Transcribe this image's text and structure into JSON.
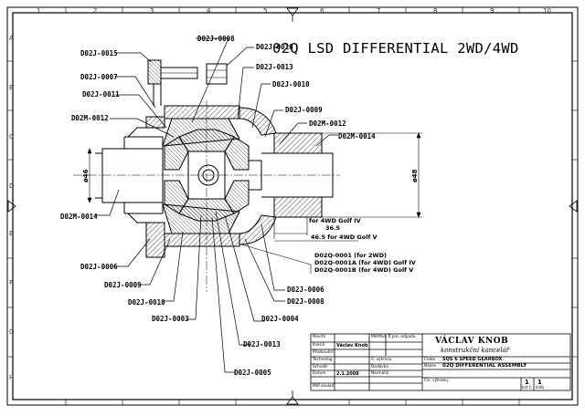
{
  "title": "02Q LSD DIFFERENTIAL 2WD/4WD",
  "callouts": [
    "D02J-0015",
    "D02J-0007",
    "D02J-0011",
    "D02M-0012",
    "D02J-0008",
    "D02J-0016",
    "D02J-0013",
    "D02J-0010",
    "D02J-0009",
    "D02M-0012",
    "D02M-0014",
    "D02M-0014",
    "D02J-0006",
    "D02J-0009",
    "D02J-0010",
    "D02J-0003",
    "D02J-0004",
    "D02J-0008",
    "D02J-0006",
    "D02J-0013",
    "D02J-0005"
  ],
  "dimensions": {
    "left_dia": "ø46",
    "right_dia": "ø48",
    "golf4_label": "for 4WD Golf IV",
    "golf4_value": "36.5",
    "golf5_label": "46.5 for 4WD Golf V"
  },
  "part_refs": [
    "D02Q-0001 (for 2WD)",
    "D02Q-0001A (for 4WD) Golf IV",
    "D02Q-0001B (for 4WD)  Golf V"
  ],
  "grid": {
    "columns": [
      "1",
      "2",
      "3",
      "4",
      "5",
      "6",
      "7",
      "8",
      "9",
      "10"
    ],
    "rows": [
      "A",
      "B",
      "C",
      "D",
      "E",
      "F",
      "G",
      "H"
    ]
  },
  "title_block": {
    "left_labels": [
      "Navrhl",
      "Kreslil",
      "Přezkoušel",
      "Technolog",
      "Schválil",
      "Datum",
      "Měř.soulad"
    ],
    "drawn_by": "Václav Knob",
    "date": "2.1.2008",
    "mid_labels": [
      "Měřítko",
      "",
      "S. výkresu",
      "Dodávka",
      "Normaliz."
    ],
    "extra_label": "Tř.pro. odpadu",
    "brand": "VÁCLAV KNOB",
    "brand_sub": "konstrukční kancelář",
    "desc1": "SQS 6 SPEED GEARBOX",
    "desc2": "02Q DIFFERENTIAL ASSEMBLY",
    "desc_labels": [
      "Celek",
      "Název"
    ],
    "sheet_label": "Čís. výkresu",
    "sheet_no": "1",
    "sheet_total": "1",
    "sheet_no_lbl": "list č.",
    "sheet_total_lbl": "listů"
  }
}
